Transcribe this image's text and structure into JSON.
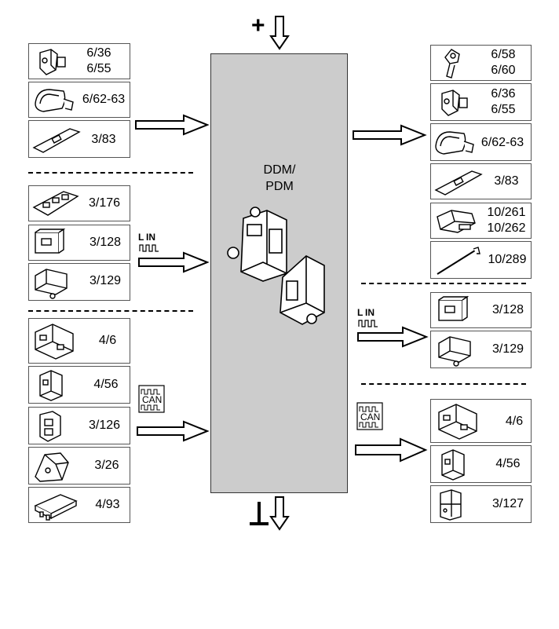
{
  "title": "DDM/\nPDM",
  "title_lines": [
    "DDM/",
    "PDM"
  ],
  "power_symbol": "+",
  "ground_symbol": "⊥",
  "bus_labels": {
    "lin": "LIN",
    "can": "CAN"
  },
  "left_components": {
    "group1": [
      {
        "label_lines": [
          "6/36",
          "6/55"
        ],
        "icon": "door-lock-icon"
      },
      {
        "label_lines": [
          "6/62-63"
        ],
        "icon": "door-mirror-icon"
      },
      {
        "label_lines": [
          "3/83"
        ],
        "icon": "window-switch-icon"
      }
    ],
    "group2": [
      {
        "label_lines": [
          "3/176"
        ],
        "icon": "switch-panel-icon"
      },
      {
        "label_lines": [
          "3/128"
        ],
        "icon": "control-module-icon"
      },
      {
        "label_lines": [
          "3/129"
        ],
        "icon": "control-module-icon"
      }
    ],
    "group3": [
      {
        "label_lines": [
          "4/6"
        ],
        "icon": "control-unit-icon"
      },
      {
        "label_lines": [
          "4/56"
        ],
        "icon": "control-unit-icon"
      },
      {
        "label_lines": [
          "3/126"
        ],
        "icon": "control-unit-icon"
      },
      {
        "label_lines": [
          "3/26"
        ],
        "icon": "control-unit-icon"
      },
      {
        "label_lines": [
          "4/93"
        ],
        "icon": "control-unit-icon"
      }
    ]
  },
  "right_components": {
    "group1": [
      {
        "label_lines": [
          "6/58",
          "6/60"
        ],
        "icon": "actuator-icon"
      },
      {
        "label_lines": [
          "6/36",
          "6/55"
        ],
        "icon": "door-lock-icon"
      },
      {
        "label_lines": [
          "6/62-63"
        ],
        "icon": "door-mirror-icon"
      },
      {
        "label_lines": [
          "3/83"
        ],
        "icon": "window-switch-icon"
      },
      {
        "label_lines": [
          "10/261",
          "10/262"
        ],
        "icon": "lamp-icon"
      },
      {
        "label_lines": [
          "10/289"
        ],
        "icon": "antenna-icon"
      }
    ],
    "group2": [
      {
        "label_lines": [
          "3/128"
        ],
        "icon": "control-module-icon"
      },
      {
        "label_lines": [
          "3/129"
        ],
        "icon": "control-module-icon"
      }
    ],
    "group3": [
      {
        "label_lines": [
          "4/6"
        ],
        "icon": "control-unit-icon"
      },
      {
        "label_lines": [
          "4/56"
        ],
        "icon": "control-unit-icon"
      },
      {
        "label_lines": [
          "3/127"
        ],
        "icon": "control-unit-icon"
      }
    ]
  }
}
